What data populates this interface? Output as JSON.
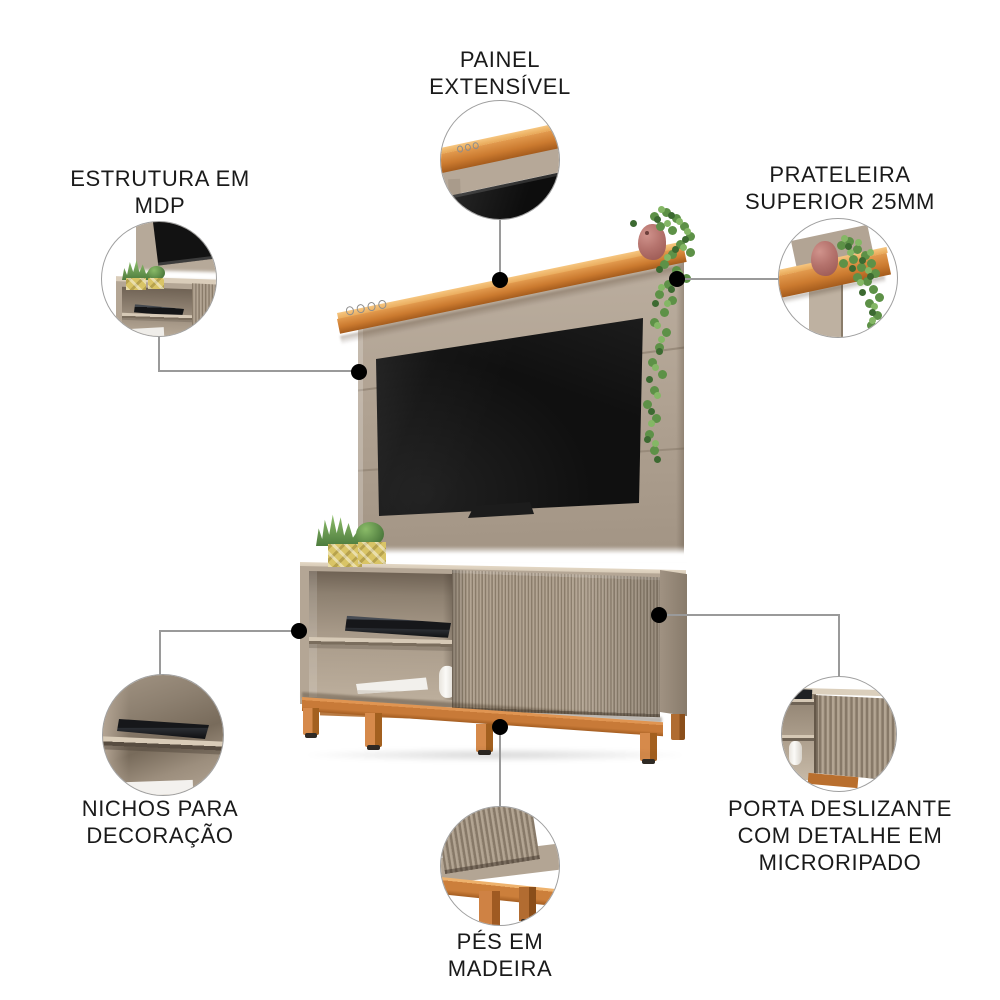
{
  "figure": {
    "kind": "product-callout-diagram",
    "subject": "tv-wall-panel-with-stand"
  },
  "callouts": [
    {
      "id": "painel-extensivel",
      "lines": [
        "PAINEL",
        "EXTENSÍVEL"
      ]
    },
    {
      "id": "estrutura-mdp",
      "lines": [
        "ESTRUTURA EM",
        "MDP"
      ]
    },
    {
      "id": "prateleira-superior",
      "lines": [
        "PRATELEIRA",
        "SUPERIOR 25MM"
      ]
    },
    {
      "id": "nichos-decoracao",
      "lines": [
        "NICHOS PARA",
        "DECORAÇÃO"
      ]
    },
    {
      "id": "pes-madeira",
      "lines": [
        "PÉS EM",
        "MADEIRA"
      ]
    },
    {
      "id": "porta-deslizante",
      "lines": [
        "PORTA DESLIZANTE",
        "COM DETALHE EM",
        "MICRORIPADO"
      ]
    }
  ],
  "palette": {
    "background": "#ffffff",
    "panel_mdp": "#b0a292",
    "wood": "#cc7f3b",
    "tv_screen": "#101010",
    "door_ridge_light": "#b4a694",
    "door_groove_dark": "#8a7c6a",
    "connector_line": "#9a9a9a",
    "connector_dot": "#000000",
    "label_text": "#1a1a1a",
    "ivy_green": "#5d9147",
    "pot_pink": "#b5736d",
    "pot_gold": "#d9c466"
  }
}
